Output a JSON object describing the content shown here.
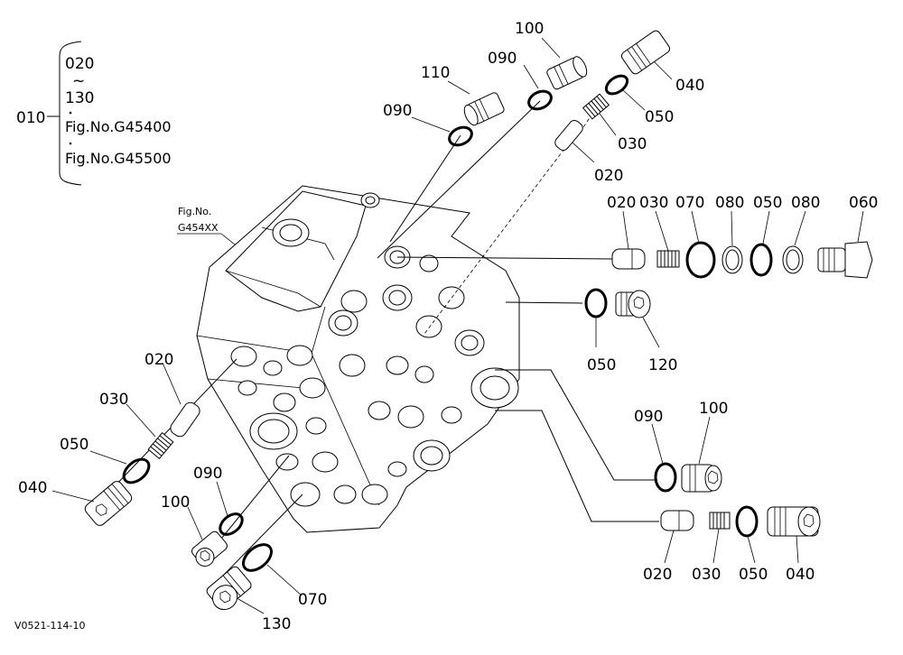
{
  "assembly": {
    "number": "010",
    "range_start": "020",
    "range_tilde": "~",
    "range_end": "130",
    "ref_1": "Fig.No.G45400",
    "ref_2": "Fig.No.G45500"
  },
  "body_ref": {
    "line1": "Fig.No.",
    "line2": "G454XX"
  },
  "labels": {
    "p100_top": "100",
    "p090_top": "090",
    "p110": "110",
    "p090_left_top": "090",
    "p040_top": "040",
    "p050_top": "050",
    "p030_top": "030",
    "p020_top": "020",
    "p020_mid": "020",
    "p030_mid": "030",
    "p070_mid": "070",
    "p080_mid_a": "080",
    "p050_mid": "050",
    "p080_mid_b": "080",
    "p060": "060",
    "p050_r": "050",
    "p120": "120",
    "p020_left": "020",
    "p030_left": "030",
    "p050_left": "050",
    "p040_left": "040",
    "p090_bl": "090",
    "p100_bl": "100",
    "p070_bl": "070",
    "p130": "130",
    "p090_br": "090",
    "p100_br": "100",
    "p020_br": "020",
    "p030_br": "030",
    "p050_br": "050",
    "p040_br": "040"
  },
  "footer": {
    "code": "V0521-114-10"
  }
}
